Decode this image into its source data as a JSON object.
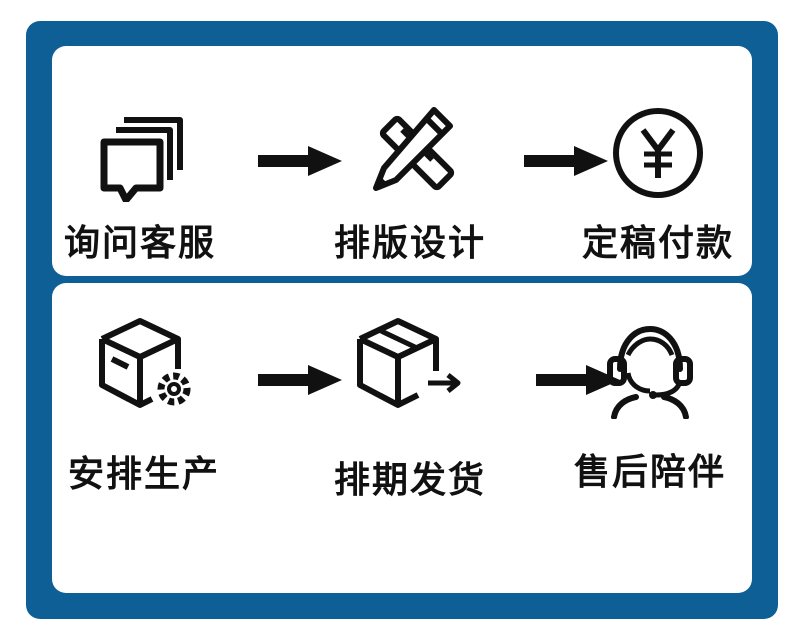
{
  "colors": {
    "frame": "#0d5f96",
    "panel": "#ffffff",
    "ink": "#111111"
  },
  "rows": [
    {
      "steps": [
        {
          "label": "询问客服",
          "icon": "chat-bubble-icon"
        },
        {
          "label": "排版设计",
          "icon": "pencil-ruler-icon"
        },
        {
          "label": "定稿付款",
          "icon": "yen-coin-icon"
        }
      ]
    },
    {
      "steps": [
        {
          "label": "安排生产",
          "icon": "box-gear-icon"
        },
        {
          "label": "排期发货",
          "icon": "box-arrow-icon"
        },
        {
          "label": "售后陪伴",
          "icon": "headset-agent-icon"
        }
      ]
    }
  ]
}
